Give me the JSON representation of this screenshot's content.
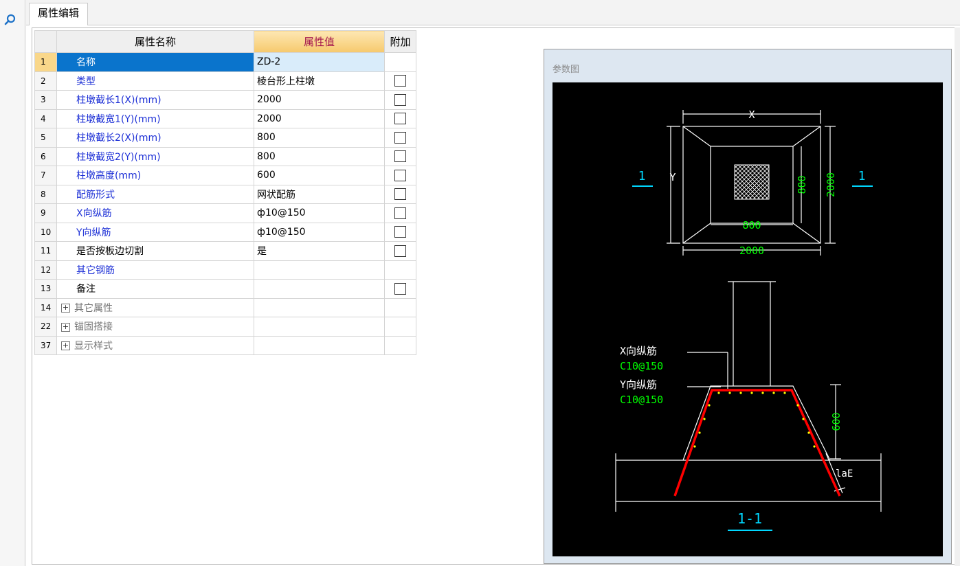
{
  "toolbar": {
    "search_icon": "search-icon"
  },
  "tabs": [
    {
      "label": "属性编辑"
    }
  ],
  "grid": {
    "headers": {
      "name": "属性名称",
      "value": "属性值",
      "extra": "附加"
    },
    "rows": [
      {
        "num": "1",
        "name": "名称",
        "value": "ZD-2",
        "color": "blue",
        "checkbox": false,
        "selected": true
      },
      {
        "num": "2",
        "name": "类型",
        "value": "棱台形上柱墩",
        "color": "blue",
        "checkbox": true
      },
      {
        "num": "3",
        "name": "柱墩截长1(X)(mm)",
        "value": "2000",
        "color": "blue",
        "checkbox": true
      },
      {
        "num": "4",
        "name": "柱墩截宽1(Y)(mm)",
        "value": "2000",
        "color": "blue",
        "checkbox": true
      },
      {
        "num": "5",
        "name": "柱墩截长2(X)(mm)",
        "value": "800",
        "color": "blue",
        "checkbox": true
      },
      {
        "num": "6",
        "name": "柱墩截宽2(Y)(mm)",
        "value": "800",
        "color": "blue",
        "checkbox": true
      },
      {
        "num": "7",
        "name": "柱墩高度(mm)",
        "value": "600",
        "color": "blue",
        "checkbox": true
      },
      {
        "num": "8",
        "name": "配筋形式",
        "value": "网状配筋",
        "color": "blue",
        "checkbox": true
      },
      {
        "num": "9",
        "name": "X向纵筋",
        "value": "ф10@150",
        "color": "blue",
        "checkbox": true
      },
      {
        "num": "10",
        "name": "Y向纵筋",
        "value": "ф10@150",
        "color": "blue",
        "checkbox": true
      },
      {
        "num": "11",
        "name": "是否按板边切割",
        "value": "是",
        "color": "black",
        "checkbox": true
      },
      {
        "num": "12",
        "name": "其它钢筋",
        "value": "",
        "color": "blue",
        "checkbox": false
      },
      {
        "num": "13",
        "name": "备注",
        "value": "",
        "color": "black",
        "checkbox": true
      },
      {
        "num": "14",
        "name": "其它属性",
        "value": "",
        "color": "gray",
        "checkbox": false,
        "group": true
      },
      {
        "num": "22",
        "name": "锚固搭接",
        "value": "",
        "color": "gray",
        "checkbox": false,
        "group": true
      },
      {
        "num": "37",
        "name": "显示样式",
        "value": "",
        "color": "gray",
        "checkbox": false,
        "group": true
      }
    ]
  },
  "param_figure": {
    "title": "参数图",
    "plan": {
      "x_label": "X",
      "y_label": "Y",
      "dim_outer_w": "2000",
      "dim_outer_h": "2000",
      "dim_inner_w": "800",
      "dim_inner_h": "800",
      "section_mark_left": "1",
      "section_mark_right": "1"
    },
    "section": {
      "x_bar_label": "X向纵筋",
      "x_bar_value": "C10@150",
      "y_bar_label": "Y向纵筋",
      "y_bar_value": "C10@150",
      "height_dim": "600",
      "anchor_label": "laE",
      "caption": "1-1"
    },
    "colors": {
      "dim": "#00ff00",
      "mark": "#00d7ff",
      "bar": "#ff0000",
      "dot": "#ffff00",
      "line": "#ffffff"
    }
  }
}
